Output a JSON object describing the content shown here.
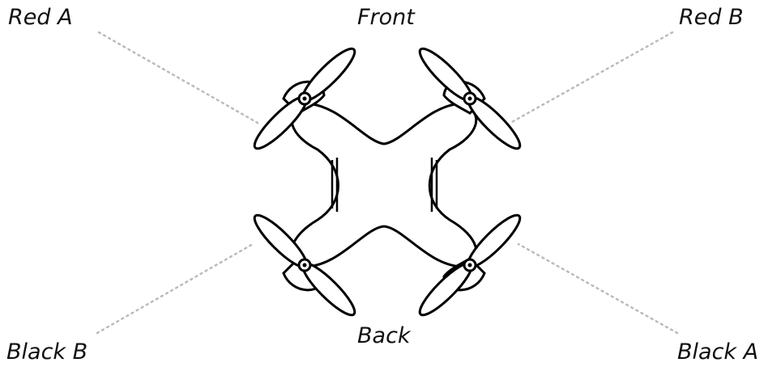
{
  "labels": {
    "front": "Front",
    "back": "Back",
    "red_a": "Red A",
    "red_b": "Red B",
    "black_a": "Black A",
    "black_b": "Black B"
  },
  "colors": {
    "outline": "#000000",
    "leader_line": "#bbbbbb",
    "background": "#ffffff"
  }
}
